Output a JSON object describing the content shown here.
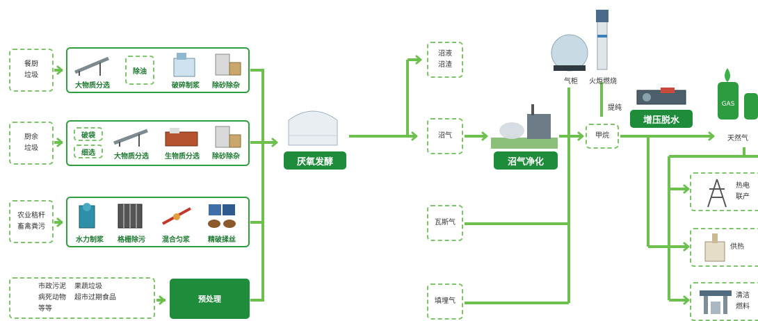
{
  "sources": {
    "kitchen_waste": "餐厨\n垃圾",
    "kitchen_remain": "厨余\n垃圾",
    "agri": "农业秸秆\n畜禽粪污",
    "misc_col1": "市政污泥\n病死动物\n等等",
    "misc_col2": "果蔬垃圾\n超市过期食品"
  },
  "row1": {
    "sort": "大物质分选",
    "oil": "除油",
    "crush": "破碎制浆",
    "sand": "除砂除杂"
  },
  "row2": {
    "bag": "破袋",
    "screen": "细选",
    "sort": "大物质分选",
    "bio": "生物质分选",
    "sand": "除砂除杂"
  },
  "row3": {
    "hydro": "水力制浆",
    "grid": "格栅除污",
    "mix": "混合匀浆",
    "fine": "精破揉丝"
  },
  "pretreat": "预处理",
  "anaerobic": "厌氧发酵",
  "outputs": {
    "digestate": "沼液\n沼渣",
    "biogas": "沼气",
    "gas_gas": "瓦斯气",
    "landfill": "填埋气"
  },
  "purify": "沼气净化",
  "holder": "气柜",
  "torch": "火炬燃烧",
  "extract": "提纯",
  "methane": "甲烷",
  "pressurize": "增压脱水",
  "natural_gas": "天然气",
  "gas_tank_text": "GAS",
  "uses": {
    "chp": "热电\n联产",
    "heat": "供热",
    "fuel": "清洁\n燃料"
  },
  "colors": {
    "green_dark": "#1e8c3a",
    "green_line": "#6dbf4e",
    "dash": "#7cc36a"
  }
}
